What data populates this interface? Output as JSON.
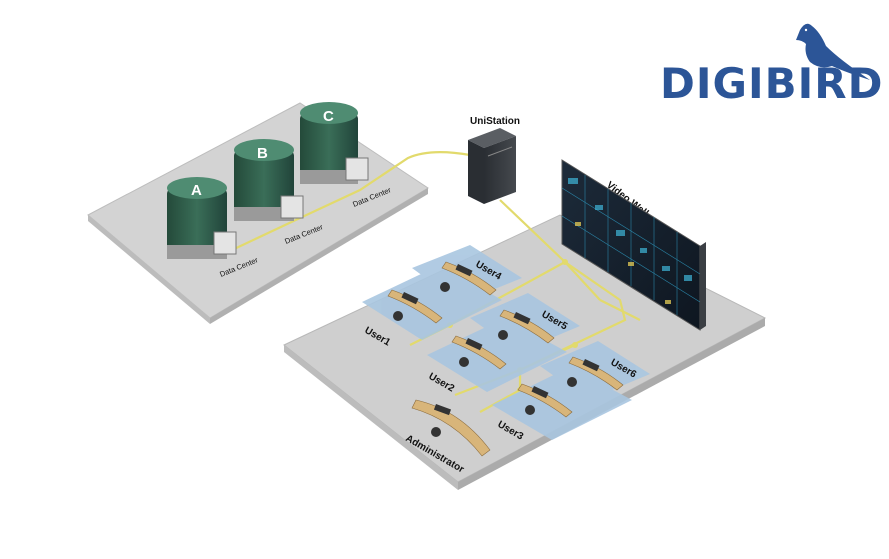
{
  "logo": {
    "text": "DIGIBIRD",
    "icon": "bird-icon",
    "color": "#2c5597"
  },
  "data_centers": [
    {
      "letter": "A",
      "label": "Data Center"
    },
    {
      "letter": "B",
      "label": "Data Center"
    },
    {
      "letter": "C",
      "label": "Data Center"
    }
  ],
  "unistation": {
    "label": "UniStation"
  },
  "video_wall": {
    "label": "Video Wall"
  },
  "users": [
    {
      "label": "User1"
    },
    {
      "label": "User2"
    },
    {
      "label": "User3"
    },
    {
      "label": "User4"
    },
    {
      "label": "User5"
    },
    {
      "label": "User6"
    }
  ],
  "administrator": {
    "label": "Administrator"
  },
  "colors": {
    "platform": "#cfcfcf",
    "cable": "#e8e07a",
    "tower": "#2e5b48",
    "floor_mat": "#a9c6e0",
    "desk": "#d8b57a"
  }
}
